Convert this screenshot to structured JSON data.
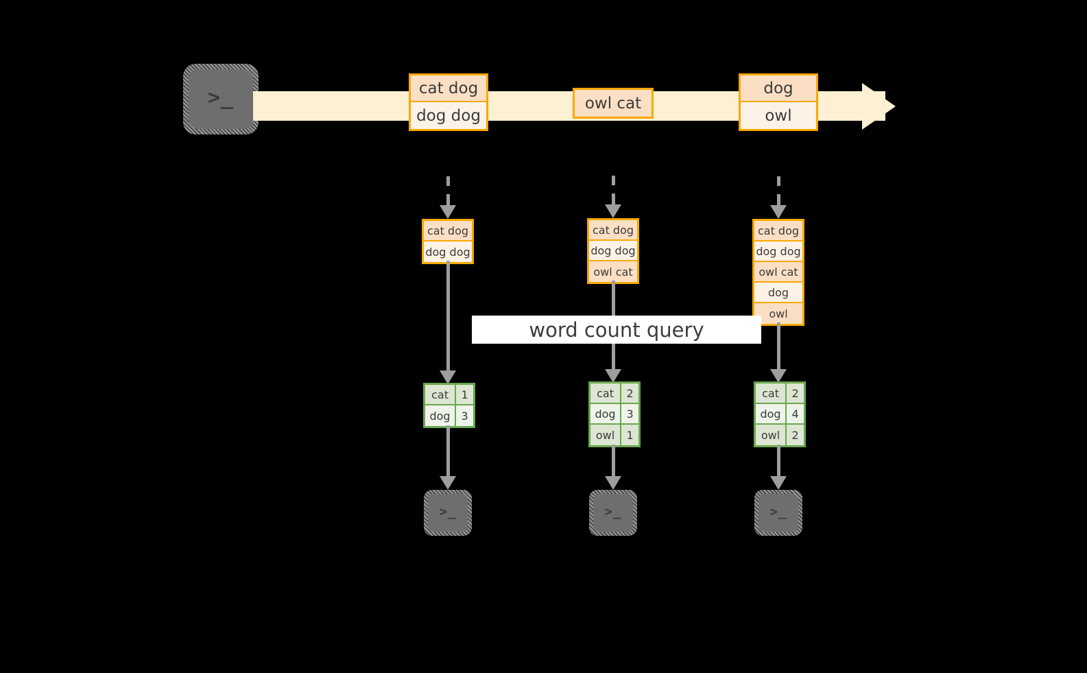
{
  "diagram": {
    "title_label": "word count query",
    "colors": {
      "background": "#000000",
      "stream_band": "#fdf0d3",
      "record_border": "#f7a800",
      "record_fill_dark": "#fbdfc4",
      "record_fill_light": "#fdf2e6",
      "result_border": "#6aa84f",
      "result_fill_dark": "#dde6d2",
      "result_fill_light": "#eff4ea",
      "connector": "#9e9e9e",
      "terminal_body": "#6e6e6e",
      "label_background": "#ffffff",
      "text": "#3b3b3b"
    },
    "source": {
      "icon": "terminal-icon",
      "glyph": ">_"
    },
    "stream": {
      "icon": "right-arrow-band",
      "records": [
        {
          "name": "stream-record-1",
          "lines": [
            {
              "text": "cat dog",
              "shade": "dark"
            },
            {
              "text": "dog dog",
              "shade": "light"
            }
          ]
        },
        {
          "name": "stream-record-2",
          "lines": [
            {
              "text": "owl cat",
              "shade": "dark"
            }
          ]
        },
        {
          "name": "stream-record-3",
          "lines": [
            {
              "text": "dog",
              "shade": "dark"
            },
            {
              "text": "owl",
              "shade": "light"
            }
          ]
        }
      ]
    },
    "snapshots": [
      {
        "name": "snapshot-1",
        "lines": [
          {
            "text": "cat dog",
            "shade": "dark"
          },
          {
            "text": "dog dog",
            "shade": "light"
          }
        ]
      },
      {
        "name": "snapshot-2",
        "lines": [
          {
            "text": "cat dog",
            "shade": "dark"
          },
          {
            "text": "dog dog",
            "shade": "light"
          },
          {
            "text": "owl cat",
            "shade": "dark"
          }
        ]
      },
      {
        "name": "snapshot-3",
        "lines": [
          {
            "text": "cat dog",
            "shade": "dark"
          },
          {
            "text": "dog dog",
            "shade": "light"
          },
          {
            "text": "owl cat",
            "shade": "dark"
          },
          {
            "text": "dog",
            "shade": "light"
          },
          {
            "text": "owl",
            "shade": "dark"
          }
        ]
      }
    ],
    "results": [
      {
        "name": "result-table-1",
        "rows": [
          {
            "word": "cat",
            "count": "1",
            "shade": "dark"
          },
          {
            "word": "dog",
            "count": "3",
            "shade": "light"
          }
        ]
      },
      {
        "name": "result-table-2",
        "rows": [
          {
            "word": "cat",
            "count": "2",
            "shade": "dark"
          },
          {
            "word": "dog",
            "count": "3",
            "shade": "light"
          },
          {
            "word": "owl",
            "count": "1",
            "shade": "dark"
          }
        ]
      },
      {
        "name": "result-table-3",
        "rows": [
          {
            "word": "cat",
            "count": "2",
            "shade": "dark"
          },
          {
            "word": "dog",
            "count": "4",
            "shade": "light"
          },
          {
            "word": "owl",
            "count": "2",
            "shade": "dark"
          }
        ]
      }
    ],
    "sinks": [
      {
        "name": "sink-terminal-1",
        "icon": "terminal-icon",
        "glyph": ">_"
      },
      {
        "name": "sink-terminal-2",
        "icon": "terminal-icon",
        "glyph": ">_"
      },
      {
        "name": "sink-terminal-3",
        "icon": "terminal-icon",
        "glyph": ">_"
      }
    ]
  }
}
